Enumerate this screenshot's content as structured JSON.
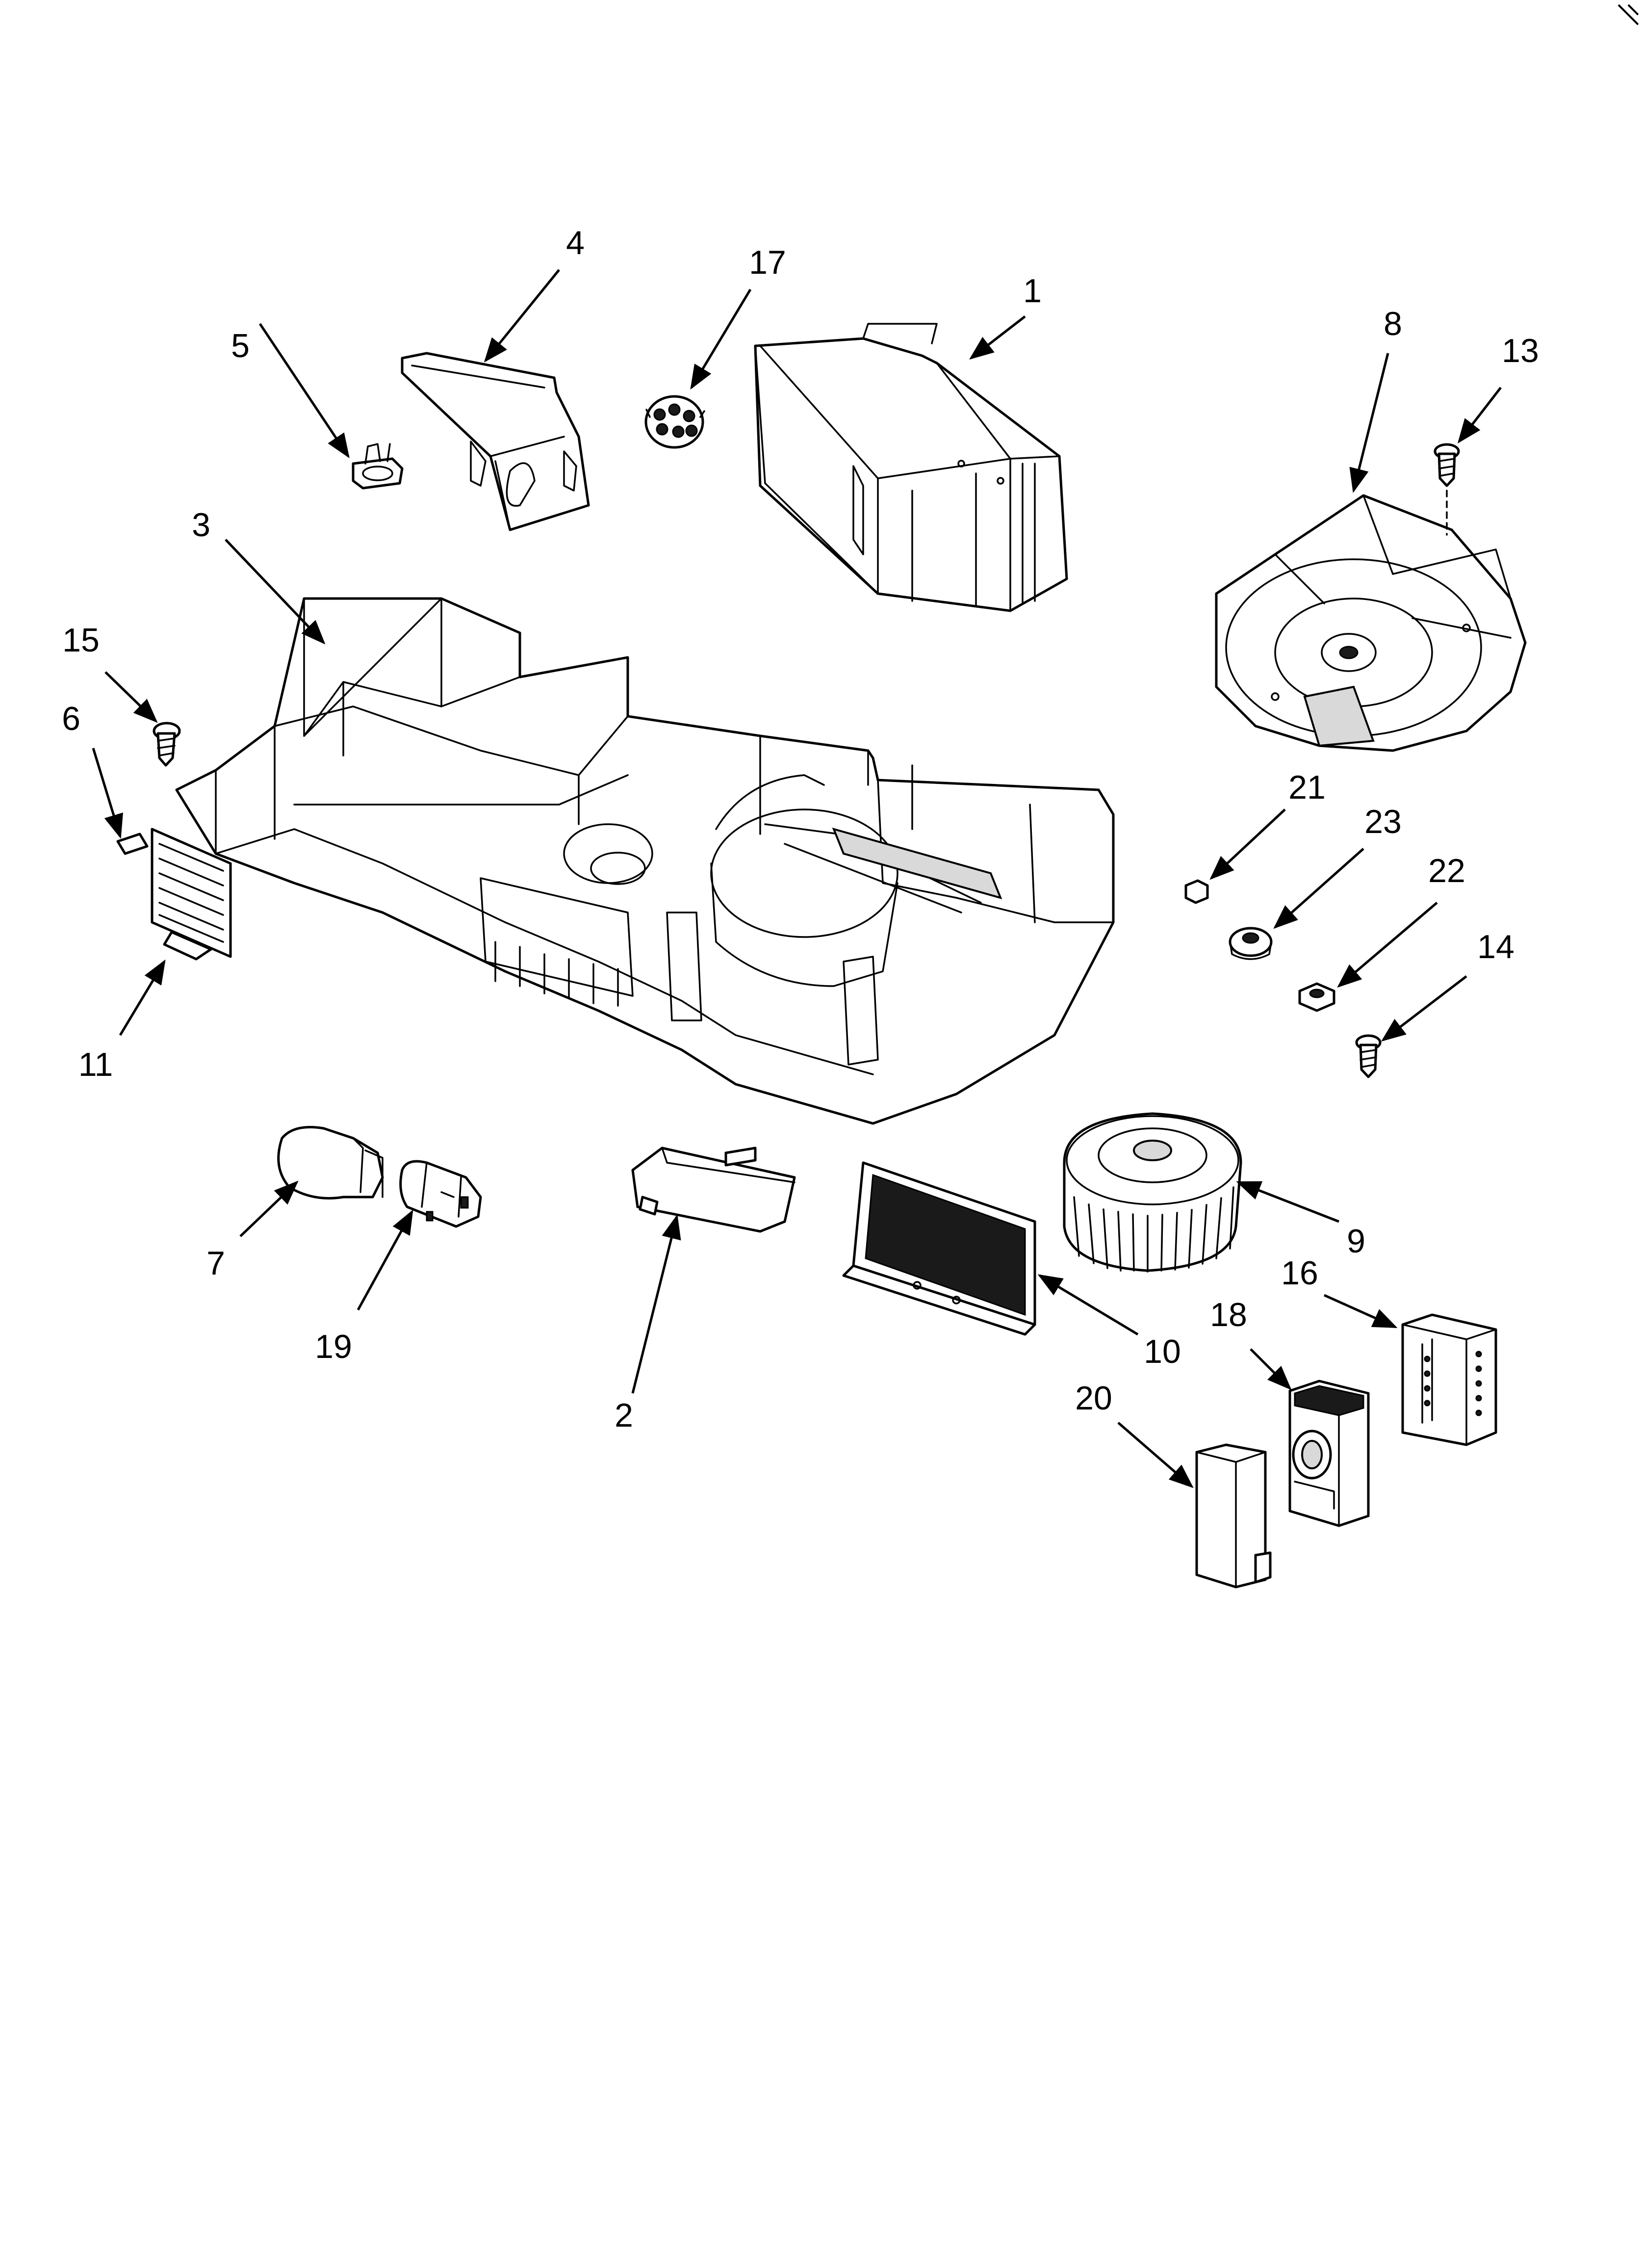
{
  "diagram": {
    "style": {
      "line_color": "#000000",
      "background": "#ffffff",
      "shade_color": "#d9d9d9"
    },
    "callouts": [
      {
        "id": "1",
        "text": "1"
      },
      {
        "id": "2",
        "text": "2"
      },
      {
        "id": "3",
        "text": "3"
      },
      {
        "id": "4",
        "text": "4"
      },
      {
        "id": "5",
        "text": "5"
      },
      {
        "id": "6",
        "text": "6"
      },
      {
        "id": "7",
        "text": "7"
      },
      {
        "id": "8",
        "text": "8"
      },
      {
        "id": "9",
        "text": "9"
      },
      {
        "id": "10",
        "text": "10"
      },
      {
        "id": "11",
        "text": "11"
      },
      {
        "id": "13",
        "text": "13"
      },
      {
        "id": "14",
        "text": "14"
      },
      {
        "id": "15",
        "text": "15"
      },
      {
        "id": "16",
        "text": "16"
      },
      {
        "id": "17",
        "text": "17"
      },
      {
        "id": "18",
        "text": "18"
      },
      {
        "id": "19",
        "text": "19"
      },
      {
        "id": "20",
        "text": "20"
      },
      {
        "id": "21",
        "text": "21"
      },
      {
        "id": "22",
        "text": "22"
      },
      {
        "id": "23",
        "text": "23"
      }
    ]
  }
}
